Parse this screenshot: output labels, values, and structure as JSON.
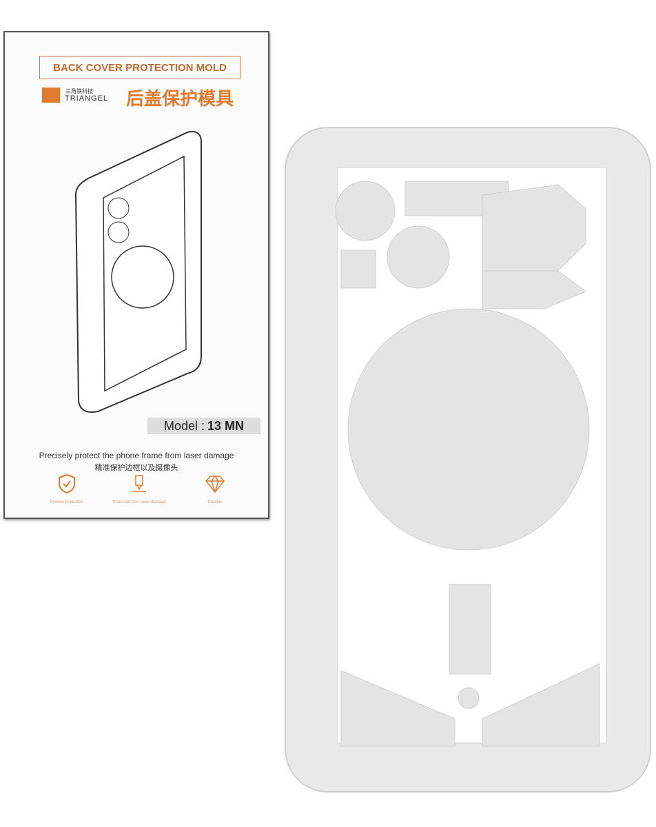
{
  "box": {
    "title": "BACK COVER PROTECTION MOLD",
    "brand_cn": "三角铁科技",
    "brand": "TRIANGEL",
    "title_cn": "后盖保护模具",
    "model_label": "Model :",
    "model_value": "13 MN",
    "tagline": "Precisely protect the phone frame from laser damage",
    "tagline_cn": "精准保护边框以及摄像头",
    "features": [
      {
        "label": "Precise protection",
        "icon": "shield-check-icon"
      },
      {
        "label": "Protected from laser damage",
        "icon": "laser-icon"
      },
      {
        "label": "Durable",
        "icon": "diamond-icon"
      }
    ],
    "accent": "#e07a2c"
  }
}
